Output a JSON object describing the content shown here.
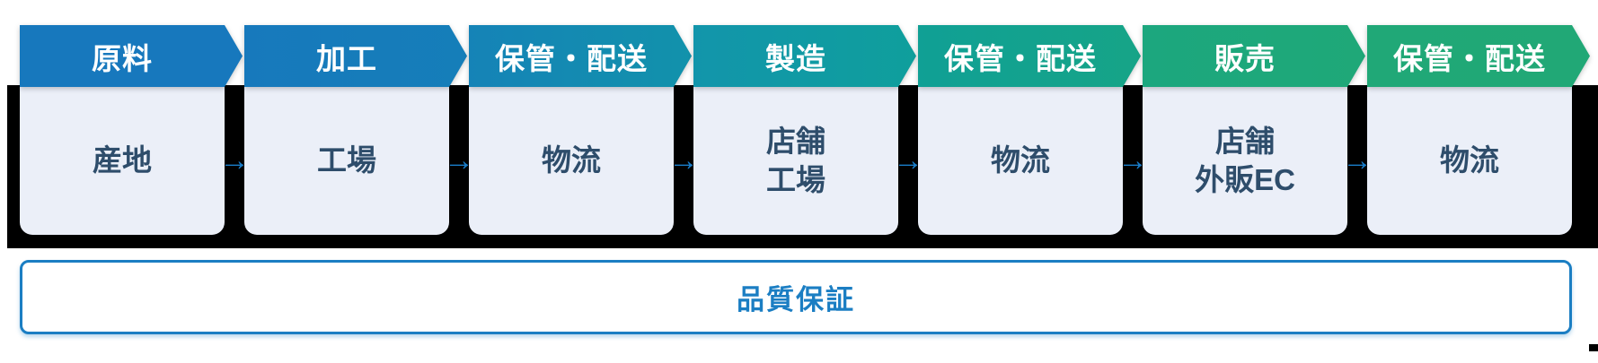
{
  "stages": [
    {
      "label": "原料",
      "node_lines": [
        "産地"
      ]
    },
    {
      "label": "加工",
      "node_lines": [
        "工場"
      ]
    },
    {
      "label": "保管・配送",
      "node_lines": [
        "物流"
      ]
    },
    {
      "label": "製造",
      "node_lines": [
        "店舗",
        "工場"
      ]
    },
    {
      "label": "保管・配送",
      "node_lines": [
        "物流"
      ]
    },
    {
      "label": "販売",
      "node_lines": [
        "店舗",
        "外販EC"
      ]
    },
    {
      "label": "保管・配送",
      "node_lines": [
        "物流"
      ]
    }
  ],
  "arrow_glyph": "→",
  "quality_label": "品質保証",
  "colors": {
    "stage_gradients": [
      [
        "#1778BD",
        "#1778BD"
      ],
      [
        "#1779BC",
        "#157EB9"
      ],
      [
        "#1583B7",
        "#1292AB"
      ],
      [
        "#1295AB",
        "#0F9F9C"
      ],
      [
        "#10A095",
        "#16A487"
      ],
      [
        "#1CA77E",
        "#1FA878"
      ],
      [
        "#20A877",
        "#21A876"
      ]
    ],
    "band": "#000000",
    "box_bg": "#EBEFF8",
    "box_text": "#2E4D6B",
    "chevron_text": "#FFFFFF",
    "arrow": "#1A7DC9",
    "quality": "#1B7EC3"
  }
}
